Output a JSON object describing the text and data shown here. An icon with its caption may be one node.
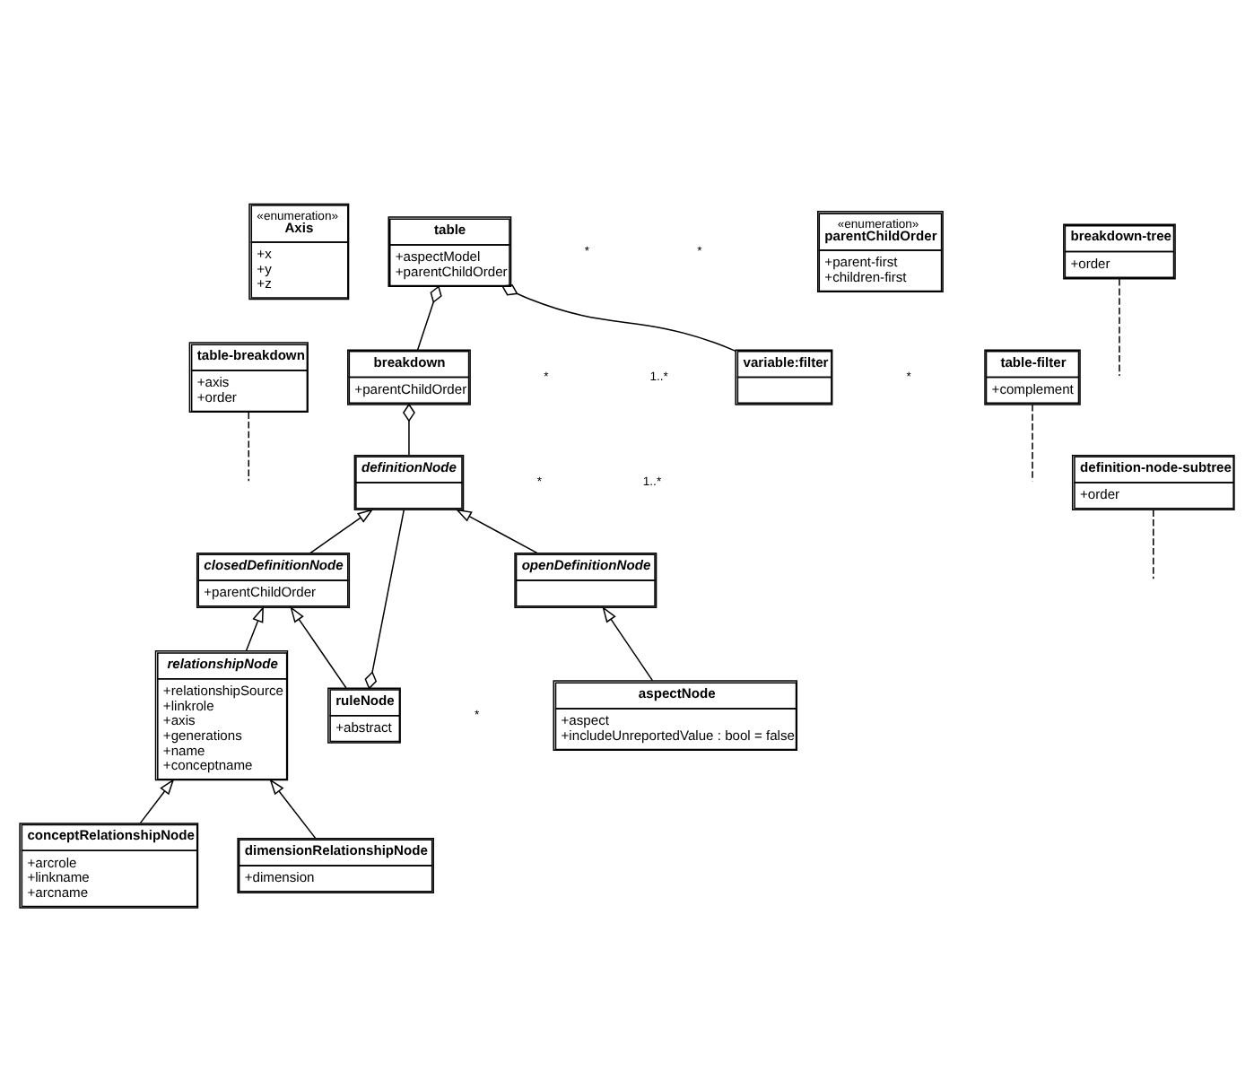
{
  "diagram": {
    "nodes": [
      {
        "text": [
          "«enumeration»",
          "Axis",
          "+x",
          "+y",
          "+z"
        ]
      },
      {
        "text": [
          "table-breakdown",
          "+axis",
          "+order"
        ]
      },
      {
        "text": [
          "table",
          "+aspectModel",
          "+parentChildOrder"
        ]
      },
      {
        "text": [
          "table-filter",
          "+complement"
        ]
      },
      {
        "text": [
          "«enumeration»",
          "parentChildOrder",
          "+parent-first",
          "+children-first"
        ]
      },
      {
        "text": [
          "breakdown",
          "+parentChildOrder"
        ]
      },
      {
        "text": [
          "breakdown-tree",
          "+order"
        ]
      },
      {
        "text": [
          "variable:filter"
        ]
      },
      {
        "text": [
          "definitionNode"
        ]
      },
      {
        "text": [
          "definition-node-subtree",
          "+order"
        ]
      },
      {
        "text": [
          "closedDefinitionNode",
          "+parentChildOrder"
        ]
      },
      {
        "text": [
          "openDefinitionNode"
        ]
      },
      {
        "text": [
          "ruleNode",
          "+abstract"
        ]
      },
      {
        "text": [
          "relationshipNode",
          "+relationshipSource",
          "+linkrole",
          "+axis",
          "+generations",
          "+name",
          "+conceptname"
        ]
      },
      {
        "text": [
          "aspectNode",
          "+aspect",
          "+includeUnreportedValue : bool = false"
        ]
      },
      {
        "text": [
          "conceptRelationshipNode",
          "+arcrole",
          "+linkname",
          "+arcname"
        ]
      },
      {
        "text": [
          "dimensionRelationshipNode",
          "+dimension"
        ]
      }
    ],
    "edges": [
      {
        "from": 5,
        "to": 2,
        "arrow": "other"
      },
      {
        "from": 7,
        "to": 2,
        "arrow": "other"
      },
      {
        "from": 8,
        "to": 5,
        "arrow": "other"
      },
      {
        "from": 8,
        "to": 12,
        "arrow": "other"
      },
      {
        "from": 10,
        "to": 8,
        "arrow": "to"
      },
      {
        "from": 11,
        "to": 8,
        "arrow": "to"
      },
      {
        "from": 12,
        "to": 10,
        "arrow": "to"
      },
      {
        "from": 13,
        "to": 10,
        "arrow": "to"
      },
      {
        "from": 14,
        "to": 11,
        "arrow": "to"
      },
      {
        "from": 15,
        "to": 13,
        "arrow": "to"
      },
      {
        "from": 16,
        "to": 13,
        "arrow": "to"
      },
      {
        "from": 1,
        "to": null,
        "arrow": "none",
        "style": "dashed"
      },
      {
        "from": 3,
        "to": null,
        "arrow": "none",
        "style": "dashed"
      },
      {
        "from": 6,
        "to": null,
        "arrow": "none",
        "style": "dashed"
      },
      {
        "from": 9,
        "to": null,
        "arrow": "none",
        "style": "dashed"
      }
    ],
    "labels": [
      "*",
      "*",
      "1..*",
      "*",
      "*",
      "1..*",
      "*",
      "*"
    ]
  }
}
